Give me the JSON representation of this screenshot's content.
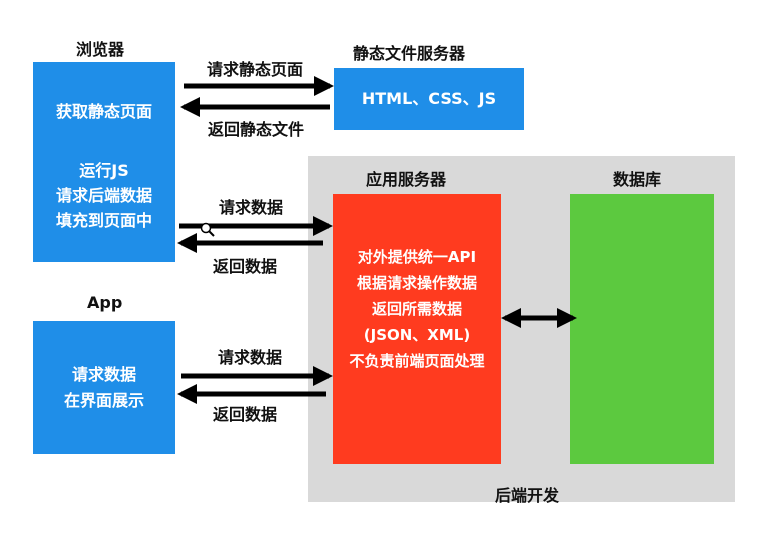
{
  "browser": {
    "title": "浏览器",
    "line1": "获取静态页面",
    "line2": "运行JS",
    "line3": "请求后端数据",
    "line4": "填充到页面中"
  },
  "static_server": {
    "title": "静态文件服务器",
    "content": "HTML、CSS、JS"
  },
  "arrows": {
    "request_static": "请求静态页面",
    "return_static": "返回静态文件",
    "request_data_browser": "请求数据",
    "return_data_browser": "返回数据",
    "request_data_app": "请求数据",
    "return_data_app": "返回数据"
  },
  "app": {
    "title": "App",
    "line1": "请求数据",
    "line2": "在界面展示"
  },
  "app_server": {
    "title": "应用服务器",
    "line1": "对外提供统一API",
    "line2": "根据请求操作数据",
    "line3": "返回所需数据",
    "line4": "(JSON、XML)",
    "line5": "不负责前端页面处理"
  },
  "database": {
    "title": "数据库"
  },
  "backend": {
    "title": "后端开发"
  },
  "colors": {
    "blue": "#1f8ee8",
    "red": "#ff3b1f",
    "green": "#5cc93f",
    "gray": "#d9d9d9"
  }
}
